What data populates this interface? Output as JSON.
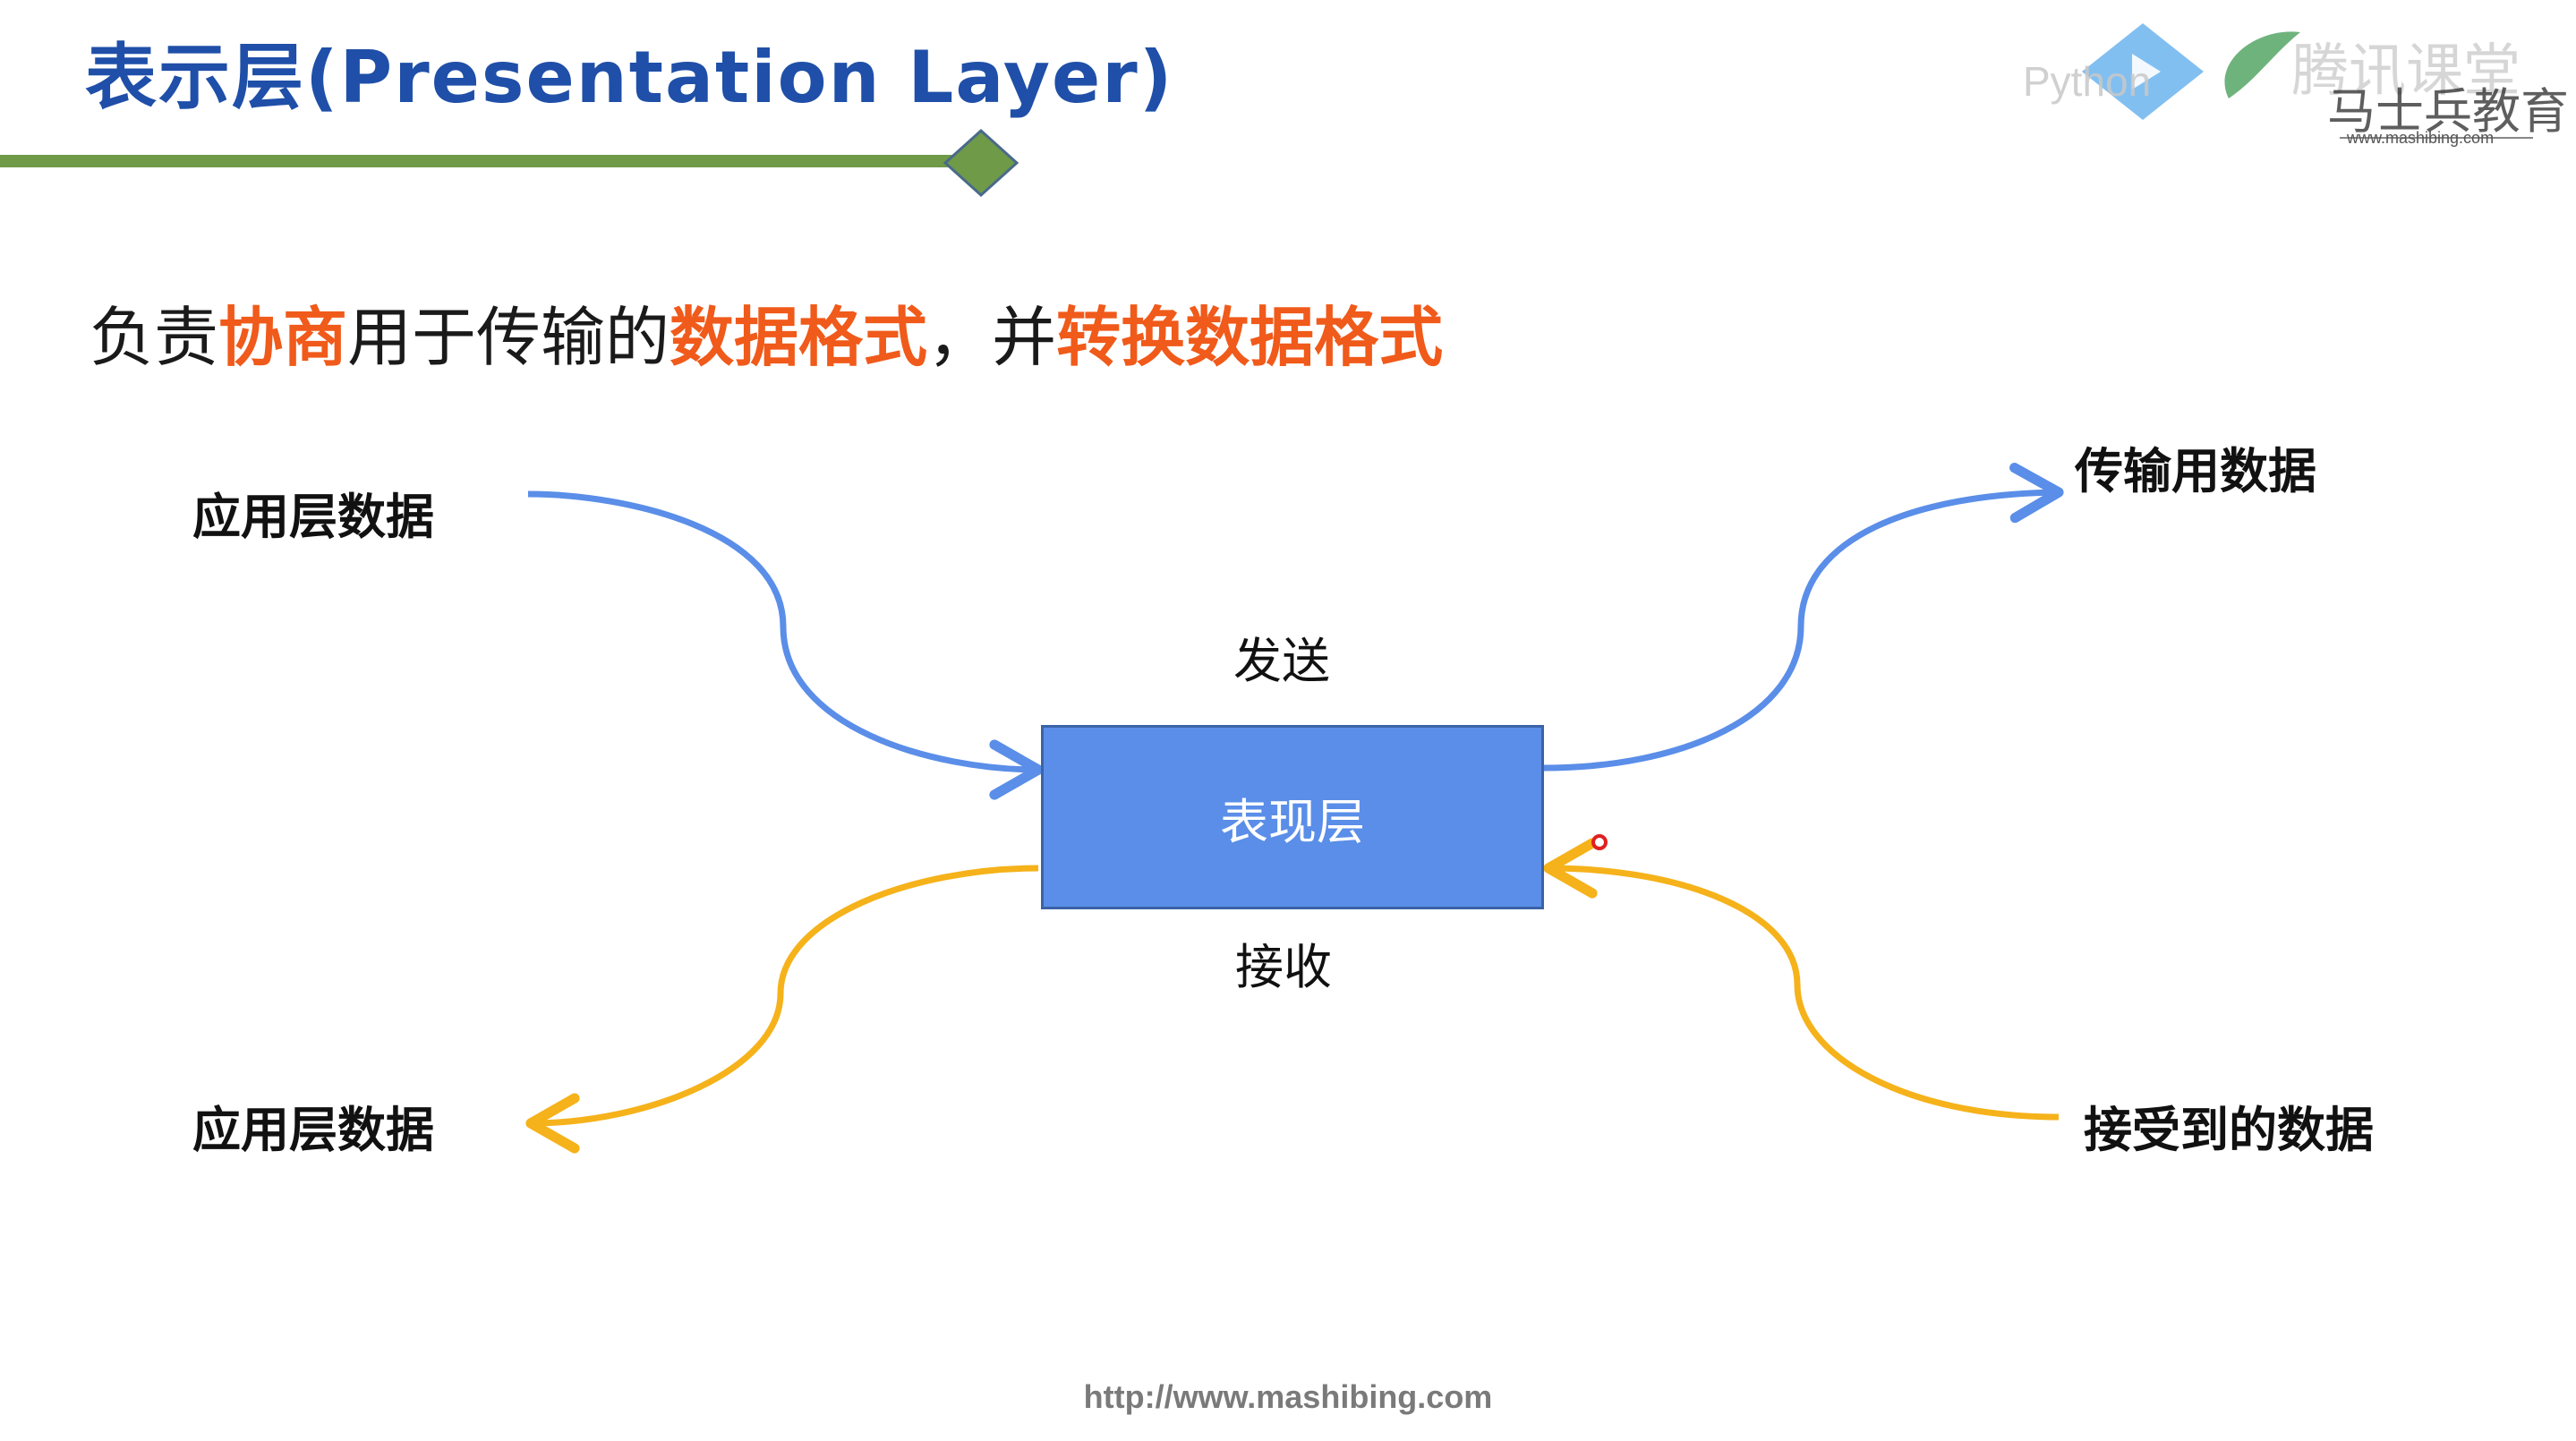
{
  "header": {
    "title": "表示层(Presentation Layer)"
  },
  "subtitle": {
    "part1": "负责",
    "highlight1": "协商",
    "part2": "用于传输的",
    "highlight2": "数据格式",
    "part3": "，并",
    "highlight3": "转换数据格式"
  },
  "diagram": {
    "center_label": "表现层",
    "send_label": "发送",
    "receive_label": "接收",
    "app_data_in": "应用层数据",
    "app_data_out": "应用层数据",
    "transmit_data": "传输用数据",
    "received_data": "接受到的数据"
  },
  "logo": {
    "text_left": "Python",
    "text_cn1": "腾讯课堂",
    "text_cn2": "马士兵教育",
    "url": "www.mashibing.com"
  },
  "footer": {
    "url": "http://www.mashibing.com"
  },
  "colors": {
    "title": "#1f4fa8",
    "highlight": "#f05a1a",
    "header_line": "#6f9a48",
    "send_arrow": "#5a8ee8",
    "receive_arrow": "#f5b21a",
    "box_fill": "#5a8ee8"
  }
}
